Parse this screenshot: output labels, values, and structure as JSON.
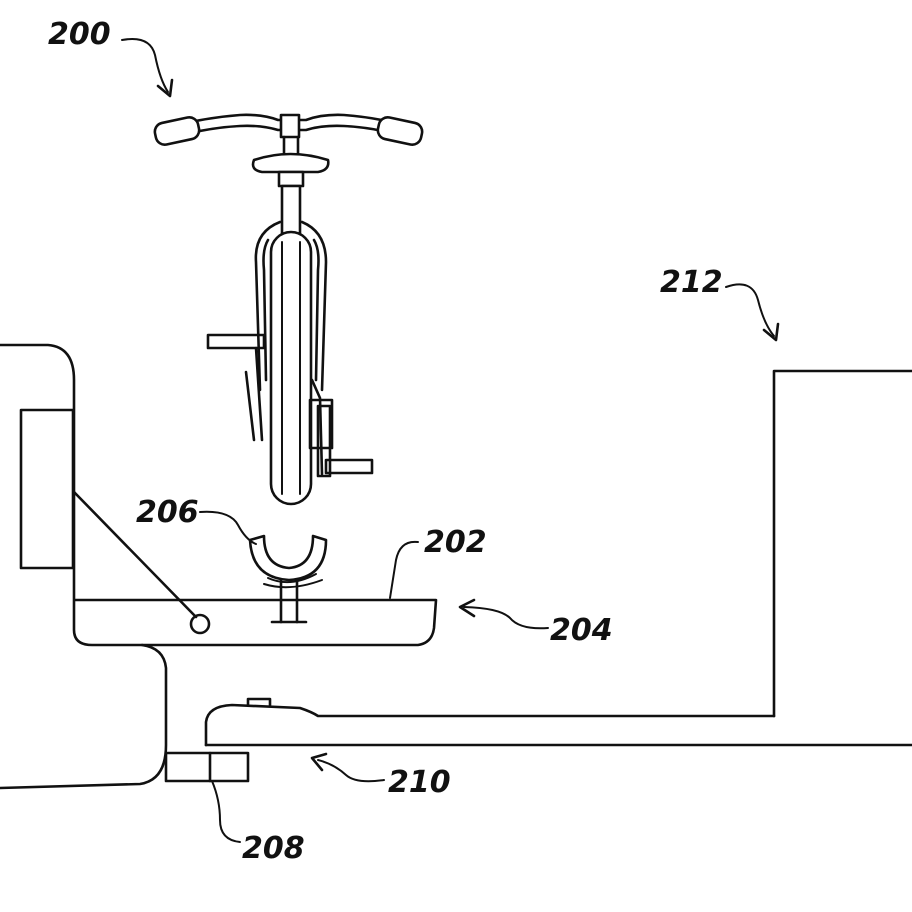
{
  "labels": {
    "bicycle": "200",
    "tray": "202",
    "rack_assembly": "204",
    "wheel_cradle": "206",
    "hitch_receiver": "208",
    "hitch_mount": "210",
    "vehicle": "212"
  }
}
